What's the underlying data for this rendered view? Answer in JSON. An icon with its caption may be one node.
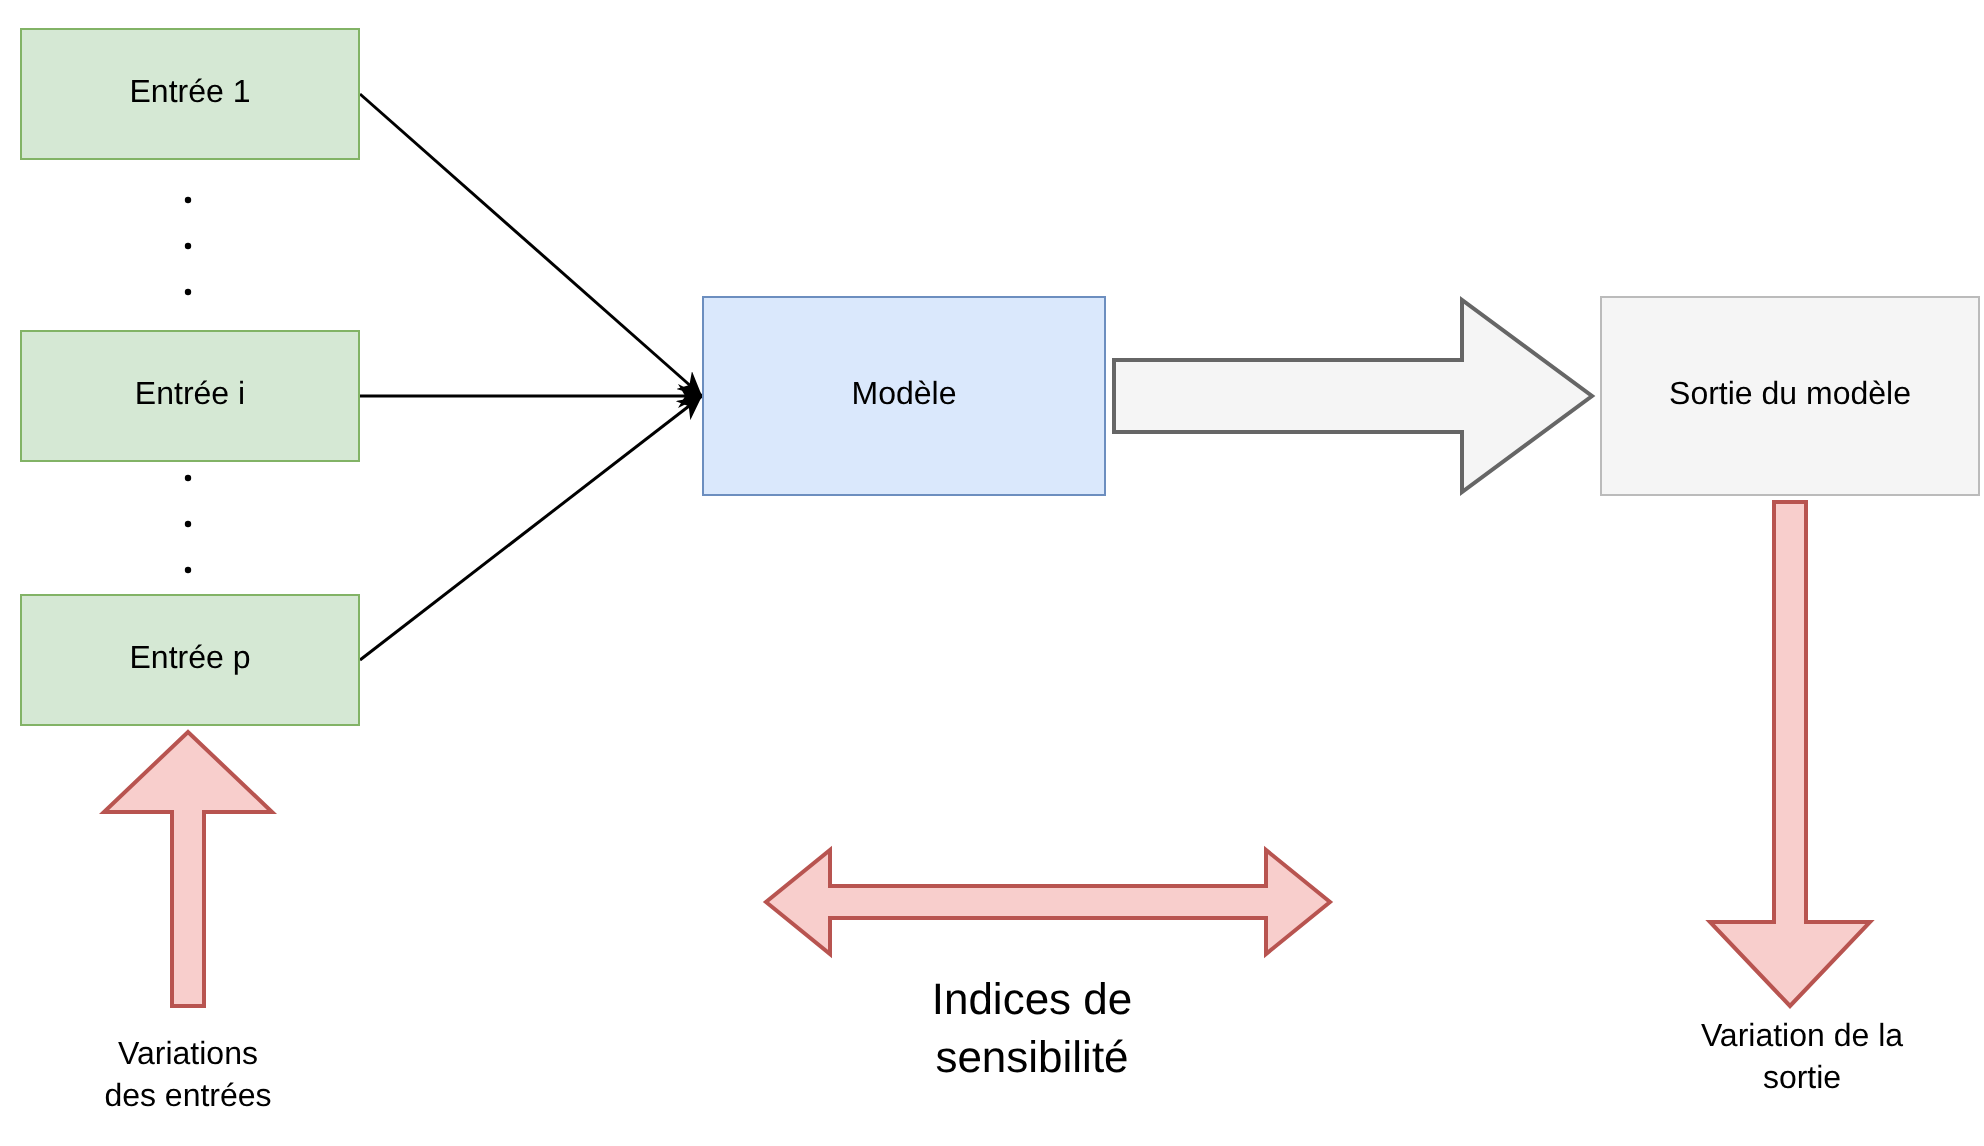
{
  "diagram": {
    "nodes": [
      {
        "text": [
          "Entrée 1"
        ]
      },
      {
        "text": [
          "Entrée i"
        ]
      },
      {
        "text": [
          "Entrée p"
        ]
      },
      {
        "text": [
          "Modèle"
        ]
      },
      {
        "text": [
          "Sortie du modèle"
        ]
      },
      {
        "text": [
          "Variations des entrées"
        ]
      },
      {
        "text": [
          "Indices de sensibilité"
        ]
      },
      {
        "text": [
          "Variation de la sortie"
        ]
      }
    ],
    "edges": [
      {
        "from": 0,
        "to": 3,
        "arrow": "to"
      },
      {
        "from": 1,
        "to": 3,
        "arrow": "to"
      },
      {
        "from": 2,
        "to": 3,
        "arrow": "to"
      },
      {
        "from": 3,
        "to": 4,
        "arrow": "to",
        "style": "thick",
        "color": "#f5f5f5"
      },
      {
        "from": 5,
        "to": 2,
        "arrow": "to",
        "style": "thick",
        "color": "#f8cecc"
      },
      {
        "from": 4,
        "to": 7,
        "arrow": "to",
        "style": "thick",
        "color": "#f8cecc"
      }
    ]
  }
}
